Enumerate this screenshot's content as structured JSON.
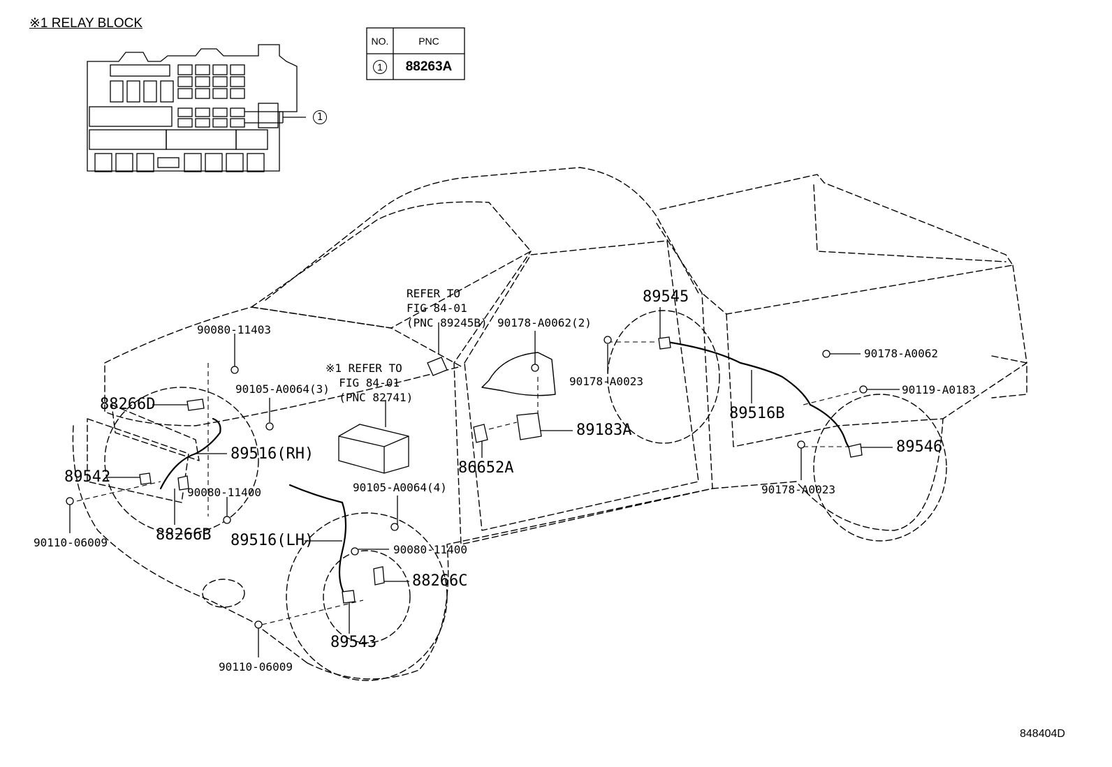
{
  "relay_block": {
    "title": "※1 RELAY BLOCK",
    "callout": "1"
  },
  "pnc_table": {
    "header_no": "NO.",
    "header_pnc": "PNC",
    "row_no": "1",
    "row_pnc": "88263A"
  },
  "references": {
    "ref_a": "REFER TO\nFIG 84-01\n(PNC 89245B)",
    "ref_b": "※1 REFER TO\n  FIG 84-01\n  (PNC 82741)"
  },
  "parts": {
    "p_90080_11403": "90080-11403",
    "p_90105_a0064_3": "90105-A0064(3)",
    "p_88266d": "88266D",
    "p_89516rh": "89516(RH)",
    "p_89542": "89542",
    "p_90080_11400_a": "90080-11400",
    "p_90110_06009_a": "90110-06009",
    "p_88266b": "88266B",
    "p_89516lh": "89516(LH)",
    "p_90105_a0064_4": "90105-A0064(4)",
    "p_90080_11400_b": "90080-11400",
    "p_88266c": "88266C",
    "p_89543": "89543",
    "p_90110_06009_b": "90110-06009",
    "p_90178_a0062_2": "90178-A0062(2)",
    "p_89183a": "89183A",
    "p_86652a": "86652A",
    "p_89545": "89545",
    "p_90178_a0023_a": "90178-A0023",
    "p_89516b": "89516B",
    "p_90178_a0062": "90178-A0062",
    "p_90119_a0183": "90119-A0183",
    "p_89546": "89546",
    "p_90178_a0023_b": "90178-A0023"
  },
  "figure_id": "848404D"
}
